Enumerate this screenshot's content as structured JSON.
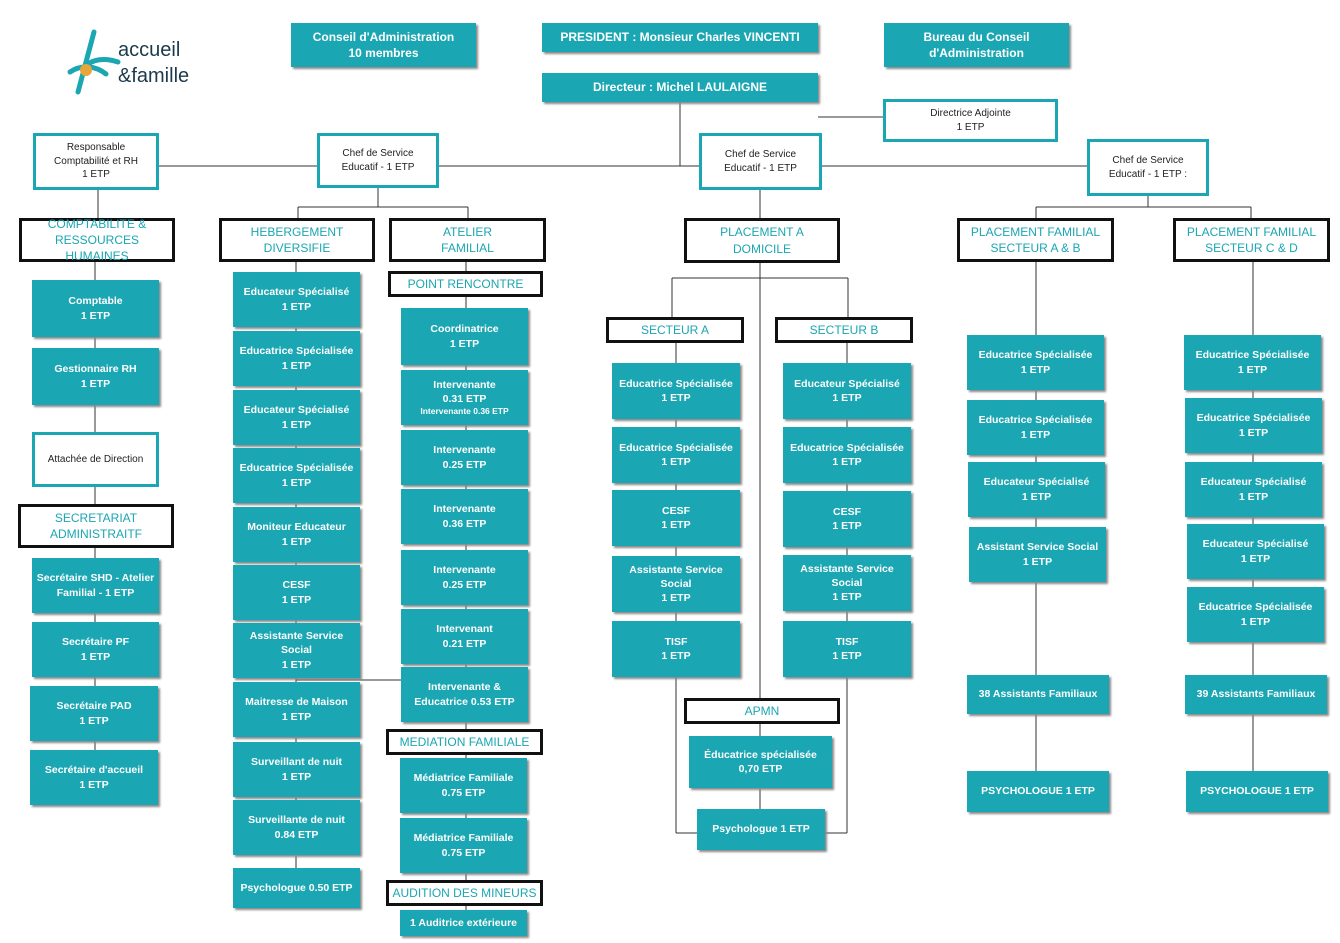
{
  "logo": {
    "line1": "accueil",
    "line2": "&famille"
  },
  "header": {
    "conseil": [
      "Conseil d'Administration",
      "10 membres"
    ],
    "president": [
      "PRESIDENT :  Monsieur Charles VINCENTI"
    ],
    "bureau": [
      "Bureau du Conseil",
      "d'Administration"
    ],
    "directeur": [
      "Directeur :  Michel LAULAIGNE"
    ],
    "adjointe": [
      "Directrice Adjointe",
      "1 ETP"
    ]
  },
  "managers": {
    "resp_compta": [
      "Responsable",
      "Comptabilité et RH",
      "1 ETP"
    ],
    "chef1": [
      "Chef de Service",
      "Educatif - 1 ETP"
    ],
    "chef2": [
      "Chef de Service",
      "Educatif - 1 ETP"
    ],
    "chef3": [
      "Chef de Service",
      "Educatif - 1 ETP :"
    ]
  },
  "sections": {
    "compta": [
      "COMPTABILITE &",
      "RESSOURCES HUMAINES"
    ],
    "heberg": [
      "HEBERGEMENT",
      "DIVERSIFIE"
    ],
    "atelier": [
      "ATELIER",
      "FAMILIAL"
    ],
    "point": [
      "POINT RENCONTRE"
    ],
    "placement": [
      "PLACEMENT A",
      "DOMICILE"
    ],
    "secteurA": [
      "SECTEUR A"
    ],
    "secteurB": [
      "SECTEUR B"
    ],
    "pfab": [
      "PLACEMENT FAMILIAL",
      "SECTEUR A & B"
    ],
    "pfcd": [
      "PLACEMENT FAMILIAL",
      "SECTEUR C & D"
    ],
    "secretariat": [
      "SECRETARIAT",
      "ADMINISTRAITF"
    ],
    "mediation": [
      "MEDIATION FAMILIALE"
    ],
    "apmn": [
      "APMN"
    ],
    "audition": [
      "AUDITION DES MINEURS"
    ]
  },
  "staff": {
    "compta1": [
      "Comptable",
      "1 ETP"
    ],
    "rh1": [
      "Gestionnaire RH",
      "1 ETP"
    ],
    "attachee": [
      "Attachée de Direction"
    ],
    "sec1": [
      "Secrétaire SHD - Atelier",
      "Familial - 1 ETP"
    ],
    "sec2": [
      "Secrétaire PF",
      "1 ETP"
    ],
    "sec3": [
      "Secrétaire PAD",
      "1 ETP"
    ],
    "sec4": [
      "Secrétaire d'accueil",
      "1 ETP"
    ],
    "h1": [
      "Educateur Spécialisé",
      "1 ETP"
    ],
    "h2": [
      "Educatrice Spécialisée",
      "1 ETP"
    ],
    "h3": [
      "Educateur Spécialisé",
      "1 ETP"
    ],
    "h4": [
      "Educatrice Spécialisée",
      "1 ETP"
    ],
    "h5": [
      "Moniteur Educateur",
      "1 ETP"
    ],
    "h6": [
      "CESF",
      "1 ETP"
    ],
    "h7": [
      "Assistante Service Social",
      "1 ETP"
    ],
    "h8": [
      "Maitresse de Maison",
      "1 ETP"
    ],
    "h9": [
      "Surveillant de nuit",
      "1 ETP"
    ],
    "h10": [
      "Surveillante de nuit",
      "0.84 ETP"
    ],
    "h11": [
      "Psychologue 0.50 ETP"
    ],
    "a1": [
      "Coordinatrice",
      "1 ETP"
    ],
    "a2": [
      "Intervenante",
      "0.31 ETP"
    ],
    "a2small": "Intervenante 0.36 ETP",
    "a3": [
      "Intervenante",
      "0.25 ETP"
    ],
    "a4": [
      "Intervenante",
      "0.36 ETP"
    ],
    "a5": [
      "Intervenante",
      "0.25 ETP"
    ],
    "a6": [
      "Intervenant",
      "0.21 ETP"
    ],
    "a7": [
      "Intervenante &",
      "Educatrice 0.53 ETP"
    ],
    "m1": [
      "Médiatrice Familiale",
      "0.75 ETP"
    ],
    "m2": [
      "Médiatrice Familiale",
      "0.75 ETP"
    ],
    "aud1": [
      "1 Auditrice extérieure"
    ],
    "sa1": [
      "Educatrice Spécialisée",
      "1 ETP"
    ],
    "sa2": [
      "Educatrice Spécialisée",
      "1 ETP"
    ],
    "sa3": [
      "CESF",
      "1 ETP"
    ],
    "sa4": [
      "Assistante Service Social",
      "1 ETP"
    ],
    "sa5": [
      "TISF",
      "1 ETP"
    ],
    "sb1": [
      "Educateur Spécialisé",
      "1 ETP"
    ],
    "sb2": [
      "Educatrice Spécialisée",
      "1 ETP"
    ],
    "sb3": [
      "CESF",
      "1 ETP"
    ],
    "sb4": [
      "Assistante Service Social",
      "1 ETP"
    ],
    "sb5": [
      "TISF",
      "1 ETP"
    ],
    "apmn1": [
      "Éducatrice spécialisée",
      "0,70 ETP"
    ],
    "psyPad": [
      "Psychologue 1 ETP"
    ],
    "pab1": [
      "Educatrice Spécialisée",
      "1 ETP"
    ],
    "pab2": [
      "Educatrice Spécialisée",
      "1 ETP"
    ],
    "pab3": [
      "Educateur Spécialisé",
      "1 ETP"
    ],
    "pab4": [
      "Assistant Service Social",
      "1 ETP"
    ],
    "pab5": [
      "38 Assistants Familiaux"
    ],
    "pab6": [
      "PSYCHOLOGUE 1 ETP"
    ],
    "pcd1": [
      "Educatrice Spécialisée",
      "1 ETP"
    ],
    "pcd2": [
      "Educatrice Spécialisée",
      "1 ETP"
    ],
    "pcd3": [
      "Educateur Spécialisé",
      "1 ETP"
    ],
    "pcd4": [
      "Educateur Spécialisé",
      "1 ETP"
    ],
    "pcd5": [
      "Educatrice Spécialisée",
      "1 ETP"
    ],
    "pcd6": [
      "39 Assistants Familiaux"
    ],
    "pcd7": [
      "PSYCHOLOGUE 1 ETP"
    ]
  },
  "colors": {
    "teal": "#1aa6b2",
    "line": "#333333",
    "section_border": "#111111"
  }
}
